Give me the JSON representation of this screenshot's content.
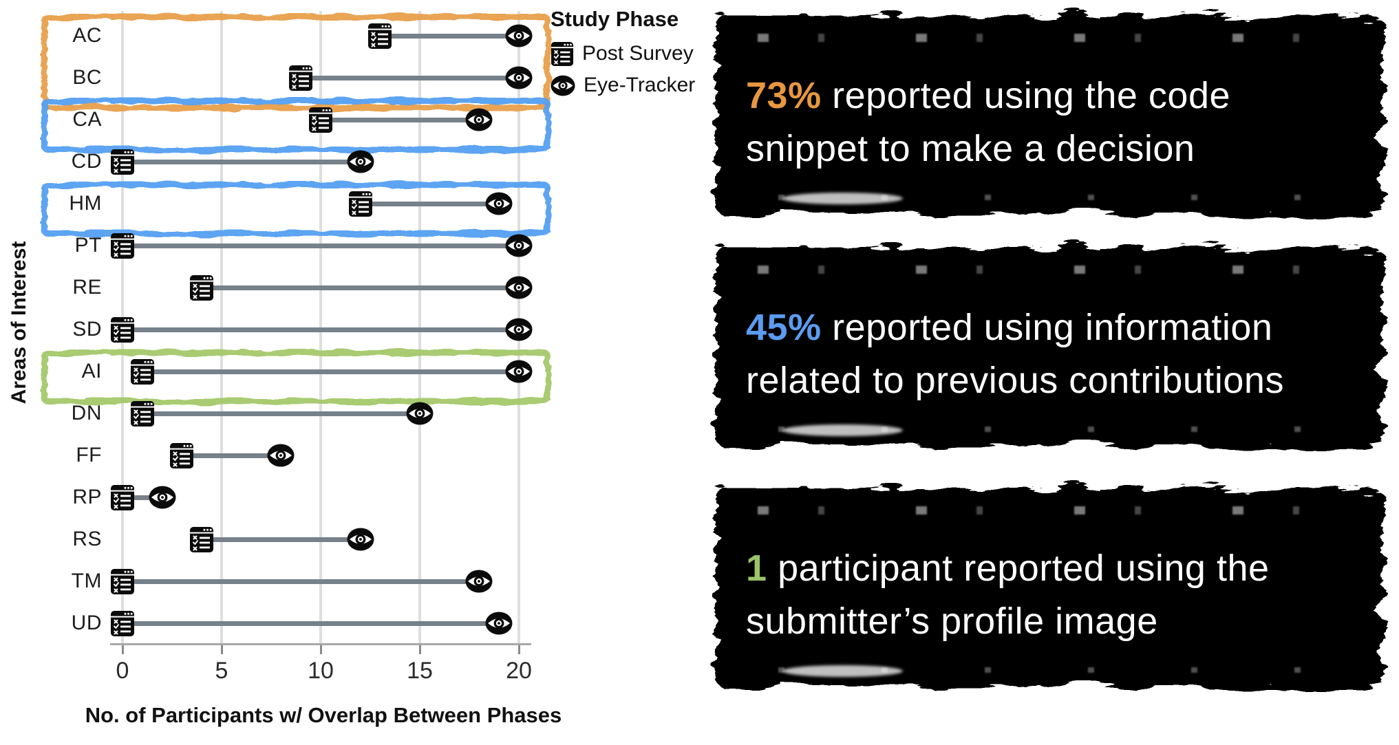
{
  "chart": {
    "ylabel": "Areas of Interest",
    "xlabel": "No. of Participants w/ Overlap Between Phases",
    "legend": {
      "title": "Study Phase",
      "items": [
        {
          "icon": "post-survey-icon",
          "label": "Post Survey"
        },
        {
          "icon": "eye-tracker-icon",
          "label": "Eye-Tracker"
        }
      ]
    }
  },
  "chart_data": {
    "type": "dumbbell",
    "title": "",
    "xlabel": "No. of Participants w/ Overlap Between Phases",
    "ylabel": "Areas of Interest",
    "xlim": [
      0,
      20
    ],
    "xticks": [
      0,
      5,
      10,
      15,
      20
    ],
    "grid": true,
    "legend_title": "Study Phase",
    "legend_position": "top-right",
    "categories": [
      "AC",
      "BC",
      "CA",
      "CD",
      "HM",
      "PT",
      "RE",
      "SD",
      "AI",
      "DN",
      "FF",
      "RP",
      "RS",
      "TM",
      "UD"
    ],
    "series": [
      {
        "name": "Post Survey",
        "marker": "post-survey-icon",
        "values": [
          13,
          9,
          10,
          0,
          12,
          0,
          4,
          0,
          1,
          1,
          3,
          0,
          4,
          0,
          0
        ]
      },
      {
        "name": "Eye-Tracker",
        "marker": "eye-tracker-icon",
        "values": [
          20,
          20,
          18,
          12,
          19,
          20,
          20,
          20,
          20,
          15,
          8,
          2,
          12,
          18,
          19
        ]
      }
    ],
    "highlight_boxes": [
      {
        "rows": [
          "AC",
          "BC"
        ],
        "color": "#E8A04C"
      },
      {
        "rows": [
          "CA"
        ],
        "color": "#55A0F2"
      },
      {
        "rows": [
          "HM"
        ],
        "color": "#55A0F2"
      },
      {
        "rows": [
          "AI"
        ],
        "color": "#A5C96B"
      }
    ],
    "colors": {
      "connector": "#76818A",
      "gridline": "#DEDEDE",
      "marker": "#0B0B0B"
    }
  },
  "banners": [
    {
      "lead": "73%",
      "accent": "#E8973F",
      "line1": "reported using the code",
      "line2": "snippet to make a decision"
    },
    {
      "lead": "45%",
      "accent": "#5B9CF0",
      "line1": "reported using information",
      "line2": "related to previous contributions"
    },
    {
      "lead": "1",
      "accent": "#9CC36A",
      "line1": "participant reported using the",
      "line2": "submitter’s profile image"
    }
  ]
}
